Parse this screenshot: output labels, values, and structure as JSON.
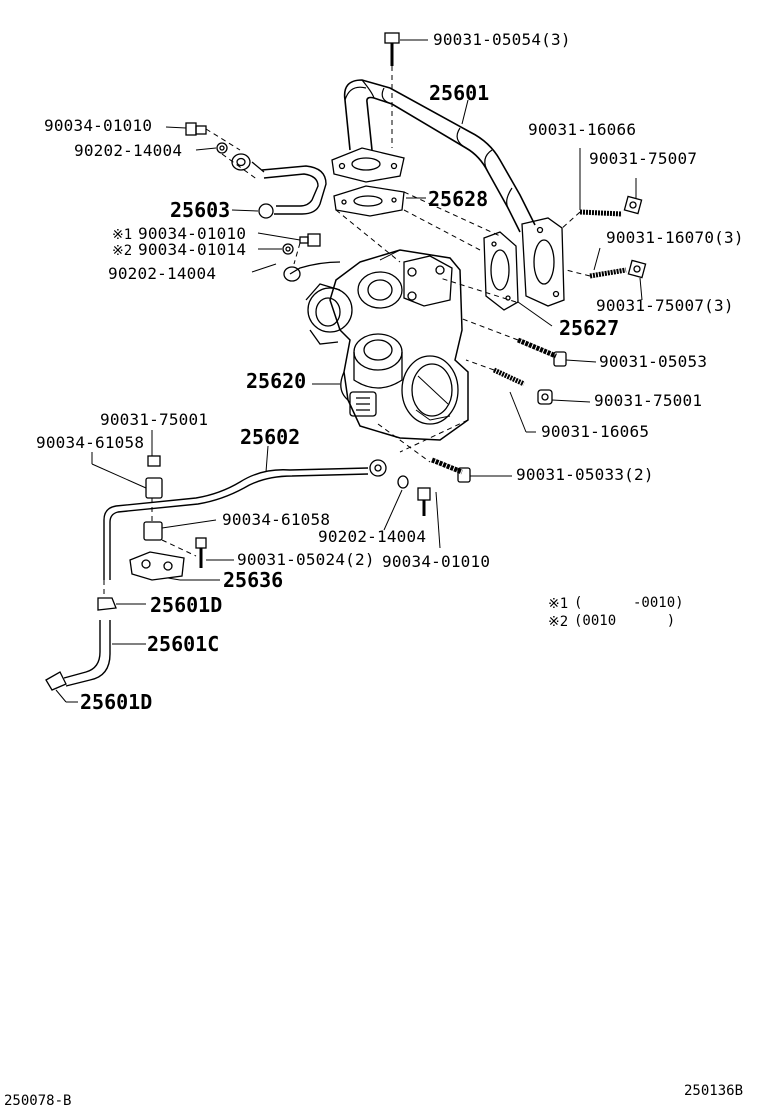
{
  "callouts": {
    "c_90031_05054": "90031-05054(3)",
    "c_25601": "25601",
    "c_90034_01010_a": "90034-01010",
    "c_90202_14004_a": "90202-14004",
    "c_90031_16066": "90031-16066",
    "c_90031_75007": "90031-75007",
    "c_25603": "25603",
    "c_25628": "25628",
    "c_mark1": "※1",
    "c_90034_01010_b": "90034-01010",
    "c_mark2": "※2",
    "c_90034_01014": "90034-01014",
    "c_90031_16070": "90031-16070(3)",
    "c_90202_14004_b": "90202-14004",
    "c_90031_75007_3": "90031-75007(3)",
    "c_25627": "25627",
    "c_90031_05053": "90031-05053",
    "c_25620": "25620",
    "c_90031_75001_r": "90031-75001",
    "c_90031_75001_l": "90031-75001",
    "c_90034_61058_a": "90034-61058",
    "c_25602": "25602",
    "c_90031_16065": "90031-16065",
    "c_90031_05033": "90031-05033(2)",
    "c_90034_61058_b": "90034-61058",
    "c_90202_14004_c": "90202-14004",
    "c_90031_05024": "90031-05024(2)",
    "c_90034_01010_c": "90034-01010",
    "c_25636": "25636",
    "c_25601D_a": "25601D",
    "c_25601C": "25601C",
    "c_25601D_b": "25601D"
  },
  "notes": {
    "note1_mark": "※1",
    "note1_text": "(      -0010)",
    "note2_mark": "※2",
    "note2_text": "(0010      )"
  },
  "footer": {
    "left_code": "250078-B",
    "right_code": "250136B"
  }
}
